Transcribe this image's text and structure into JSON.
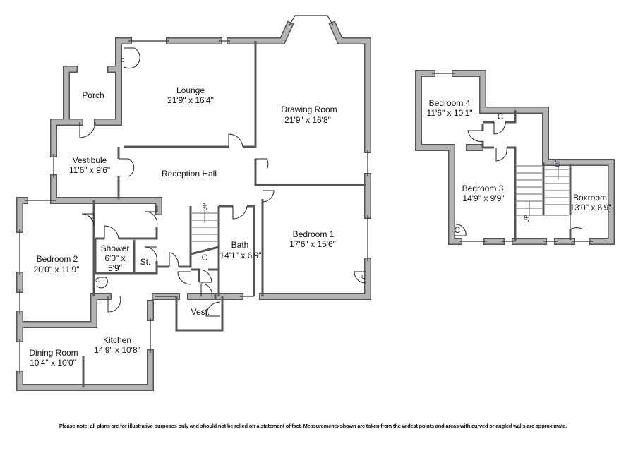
{
  "ground_floor": {
    "rooms": [
      {
        "name": "Porch",
        "size": ""
      },
      {
        "name": "Lounge",
        "size": "21'9\" x 16'4\""
      },
      {
        "name": "Drawing Room",
        "size": "21'9\" x 16'8\""
      },
      {
        "name": "Vestibule",
        "size": "11'6\" x 9'6\""
      },
      {
        "name": "Reception Hall",
        "size": ""
      },
      {
        "name": "Bedroom 2",
        "size": "20'0\" x 11'9\""
      },
      {
        "name": "Shower",
        "size": "6'0\" x",
        "size2": "5'9\""
      },
      {
        "name": "St.",
        "size": ""
      },
      {
        "name": "C",
        "size": ""
      },
      {
        "name": "Bath",
        "size": "14'1\" x 6'9\""
      },
      {
        "name": "Bedroom 1",
        "size": "17'6\" x 15'6\""
      },
      {
        "name": "Vest.",
        "size": ""
      },
      {
        "name": "Kitchen",
        "size": "14'9\" x 10'8\""
      },
      {
        "name": "Dining Room",
        "size": "10'4\" x 10'0\""
      }
    ],
    "cupboard_mark": "C",
    "stair_label": "UP"
  },
  "first_floor": {
    "rooms": [
      {
        "name": "Bedroom 4",
        "size": "11'6\" x 10'1\""
      },
      {
        "name": "C",
        "size": ""
      },
      {
        "name": "Bedroom 3",
        "size": "14'9\" x 9'9\""
      },
      {
        "name": "Boxroom",
        "size": "13'0\" x 6'9\""
      }
    ],
    "cupboard_mark": "C",
    "stair_label": "UP"
  },
  "disclaimer": "Please note: all plans are for illustrative purposes only and should not be relied on a statement of fact. Measurements shown are taken from the widest points and areas with curved or angled walls are approximate.",
  "colors": {
    "wall": "#b3b3b3",
    "wall_outline": "#555555"
  }
}
